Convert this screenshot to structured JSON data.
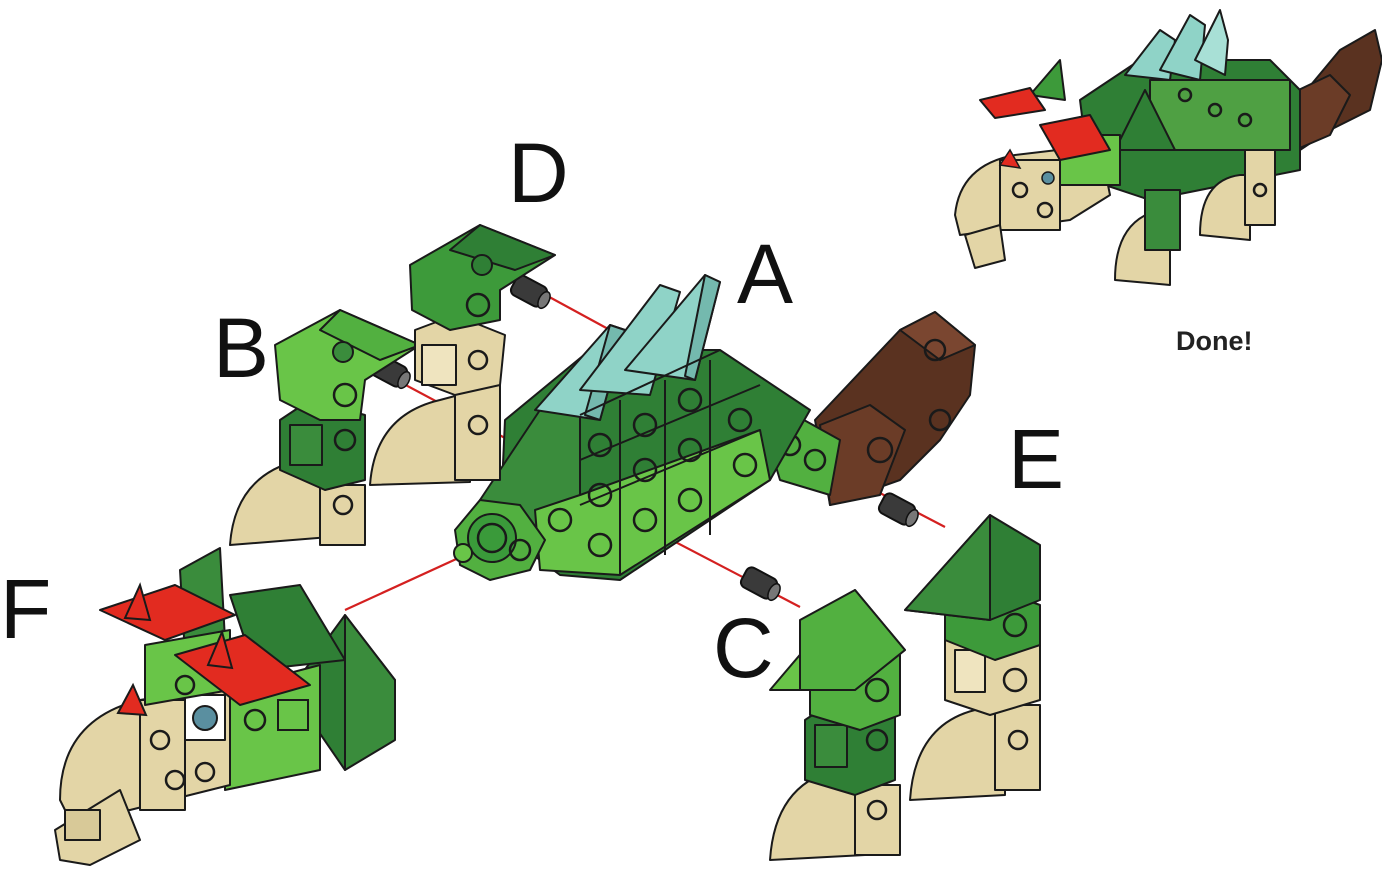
{
  "labels": {
    "a": "A",
    "b": "B",
    "c": "C",
    "d": "D",
    "e": "E",
    "f": "F"
  },
  "done_text": "Done!",
  "colors": {
    "light_green": "#69c548",
    "mid_green": "#52b040",
    "dark_green": "#2f7f35",
    "tan": "#e3d5a6",
    "teal": "#8fd3c7",
    "brown": "#5a3220",
    "red": "#e22b20",
    "pin": "#3a3a3a",
    "connector": "#d42020"
  }
}
